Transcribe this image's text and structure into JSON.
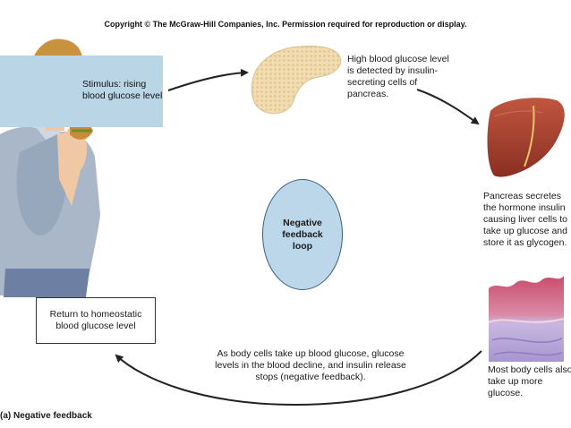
{
  "header": {
    "copyright": "Copyright © The McGraw-Hill Companies, Inc. Permission required for reproduction or display."
  },
  "steps": {
    "stimulus": "Stimulus: rising blood glucose level",
    "detection": "High blood glucose level is detected by insulin-secreting cells of pancreas.",
    "insulin": "Pancreas secretes the hormone insulin causing liver cells to take up glucose and store it as glycogen.",
    "body_cells": "Most body cells also take up more glucose.",
    "decline": "As body cells take up blood glucose, glucose levels in the blood decline, and insulin release stops (negative feedback).",
    "return": "Return to homeostatic blood glucose level"
  },
  "center": {
    "label": "Negative feedback loop"
  },
  "caption": "(a) Negative feedback",
  "colors": {
    "stimulus_box": "#b9d5e6",
    "loop_circle": "#bcd7ea",
    "pancreas": "#f2dcb0",
    "liver": "#a9432f",
    "tissue_top": "#c2506e",
    "tissue_bottom": "#b5a4d6",
    "arrow": "#222222"
  },
  "images": {
    "person": "person-eating-icon",
    "pancreas": "pancreas-icon",
    "liver": "liver-icon",
    "tissue": "body-tissue-icon"
  }
}
